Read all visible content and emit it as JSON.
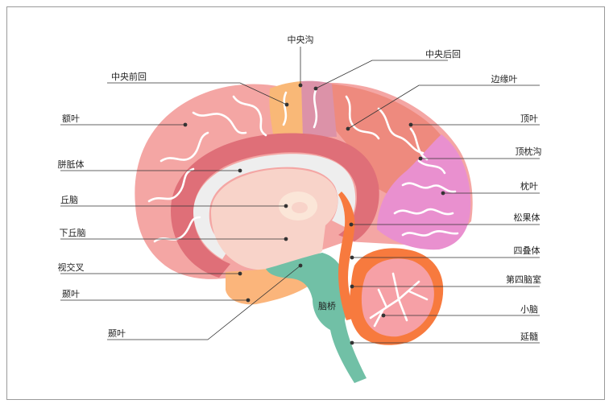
{
  "labels": {
    "central_sulcus": "中央沟",
    "postcentral_gyrus": "中央后回",
    "precentral_gyrus": "中央前回",
    "limbic_lobe": "边缘叶",
    "frontal_lobe": "额叶",
    "parietal_lobe": "顶叶",
    "parieto_occipital_sulcus": "顶枕沟",
    "corpus_callosum": "胼胝体",
    "occipital_lobe": "枕叶",
    "thalamus": "丘脑",
    "pineal_body": "松果体",
    "hypothalamus": "下丘脑",
    "corpora_quadrigemina": "四叠体",
    "optic_chiasm": "视交叉",
    "fourth_ventricle": "第四脑室",
    "temporal_lobe_1": "颞叶",
    "pons": "脑桥",
    "cerebellum": "小脑",
    "temporal_lobe_2": "颞叶",
    "medulla": "延髓"
  },
  "colors": {
    "frontal": "#f4a6a4",
    "parietal": "#ee8a7e",
    "occipital": "#e990cf",
    "precentral": "#f9b877",
    "postcentral": "#dc92a8",
    "limbic": "#df6f78",
    "corpus_callosum": "#eeeeee",
    "diencephalon": "#f8d3c9",
    "thalamus": "#fbe6d8",
    "temporal": "#fbb57b",
    "brainstem": "#71c0a6",
    "cerebellum_outer": "#f77a3e",
    "cerebellum_inner": "#f6a0a6",
    "text": "#222222",
    "line": "#333333"
  }
}
